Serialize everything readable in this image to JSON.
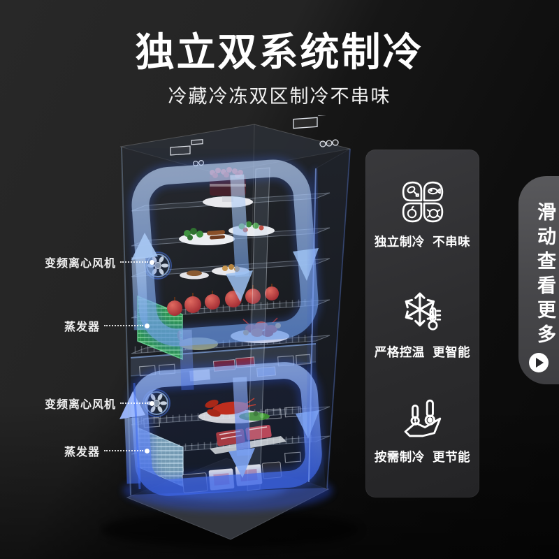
{
  "header": {
    "title": "独立双系统制冷",
    "subtitle": "冷藏冷冻双区制冷不串味"
  },
  "diagram": {
    "name": "dual-system-fridge-cutaway",
    "callouts": [
      {
        "label": "变频离心风机"
      },
      {
        "label": "蒸发器"
      },
      {
        "label": "变频离心风机"
      },
      {
        "label": "蒸发器"
      }
    ]
  },
  "features": {
    "items": [
      {
        "icon": "fresh-foods-clover-icon",
        "label": "独立制冷 不串味"
      },
      {
        "icon": "snowflake-thermometer-icon",
        "label": "严格控温 更智能"
      },
      {
        "icon": "on-demand-cooling-icon",
        "label": "按需制冷 更节能"
      }
    ]
  },
  "more_tab": {
    "label": "滑动查看更多",
    "icon": "play-circle-icon"
  },
  "colors": {
    "accent_blue": "#6f9fe8",
    "freezer_blue": "#3d66e8",
    "evaporator_green": "#3fae63",
    "panel_bg": "#2e2e30",
    "background": "#141414"
  }
}
